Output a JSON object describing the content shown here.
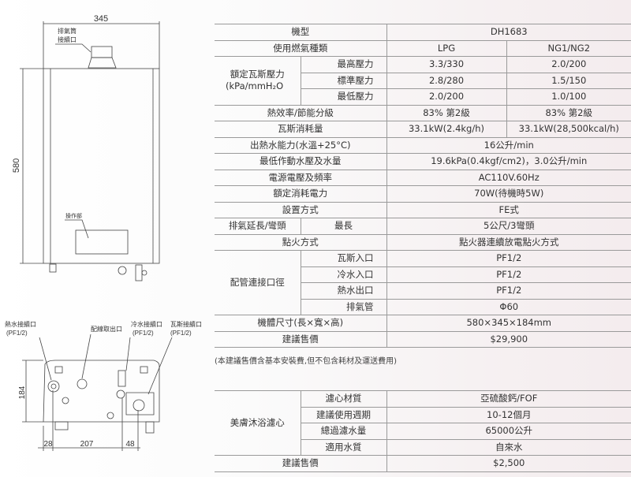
{
  "drawing": {
    "front": {
      "width_dim": "345",
      "height_dim": "580",
      "flue_label_1": "排氣筒",
      "flue_label_2": "接續口",
      "panel_label": "操作部"
    },
    "bottom": {
      "hot_label": "熱水接續口",
      "hot_spec": "(PF1/2)",
      "wiring_label": "配線取出口",
      "cold_label": "冷水接續口",
      "cold_spec": "(PF1/2)",
      "gas_label": "瓦斯接續口",
      "gas_spec": "(PF1/2)",
      "depth_dim": "184",
      "dim_a": "28",
      "dim_b": "207",
      "dim_c": "48"
    }
  },
  "spec": {
    "model_label": "機型",
    "model": "DH1683",
    "gas_type_label": "使用燃氣種類",
    "gas_lpg": "LPG",
    "gas_ng": "NG1/NG2",
    "pressure_label_1": "額定瓦斯壓力",
    "pressure_label_2": "(kPa/mmH₂O",
    "pressure_rows": [
      {
        "label": "最高壓力",
        "lpg": "3.3/330",
        "ng": "2.0/200"
      },
      {
        "label": "標準壓力",
        "lpg": "2.8/280",
        "ng": "1.5/150"
      },
      {
        "label": "最低壓力",
        "lpg": "2.0/200",
        "ng": "1.0/100"
      }
    ],
    "efficiency_label": "熱效率/節能分級",
    "efficiency_lpg": "83% 第2級",
    "efficiency_ng": "83% 第2級",
    "consumption_label": "瓦斯消耗量",
    "consumption_lpg": "33.1kW(2.4kg/h)",
    "consumption_ng": "33.1kW(28,500kcal/h)",
    "single_rows_a": [
      {
        "label": "出熱水能力(水溫+25°C)",
        "value": "16公升/min"
      },
      {
        "label": "最低作動水壓及水量",
        "value": "19.6kPa(0.4kgf/cm2)，3.0公升/min"
      },
      {
        "label": "電源電壓及頻率",
        "value": "AC110V.60Hz"
      },
      {
        "label": "額定消耗電力",
        "value": "70W(待機時5W)"
      },
      {
        "label": "設置方式",
        "value": "FE式"
      }
    ],
    "exhaust_label": "排氣延長/彎頭",
    "exhaust_sub": "最長",
    "exhaust_value": "5公尺/3彎頭",
    "ignition_label": "點火方式",
    "ignition_value": "點火器連續放電點火方式",
    "pipe_label": "配管連接口徑",
    "pipe_rows": [
      {
        "label": "瓦斯入口",
        "value": "PF1/2"
      },
      {
        "label": "冷水入口",
        "value": "PF1/2"
      },
      {
        "label": "熱水出口",
        "value": "PF1/2"
      },
      {
        "label": "排氣管",
        "value": "Φ60"
      }
    ],
    "size_label": "機體尺寸(長×寬×高)",
    "size_value": "580×345×184mm",
    "price_label": "建議售價",
    "price_value": "$29,900",
    "note": "(本建議售價含基本安裝費,但不包含耗材及運送費用)"
  },
  "filter": {
    "group_label": "美膚沐浴濾心",
    "rows": [
      {
        "label": "濾心材質",
        "value": "亞硫酸鈣/FOF"
      },
      {
        "label": "建議使用週期",
        "value": "10-12個月"
      },
      {
        "label": "總過濾水量",
        "value": "65000公升"
      },
      {
        "label": "適用水質",
        "value": "自來水"
      }
    ],
    "price_label": "建議售價",
    "price_value": "$2,500"
  }
}
